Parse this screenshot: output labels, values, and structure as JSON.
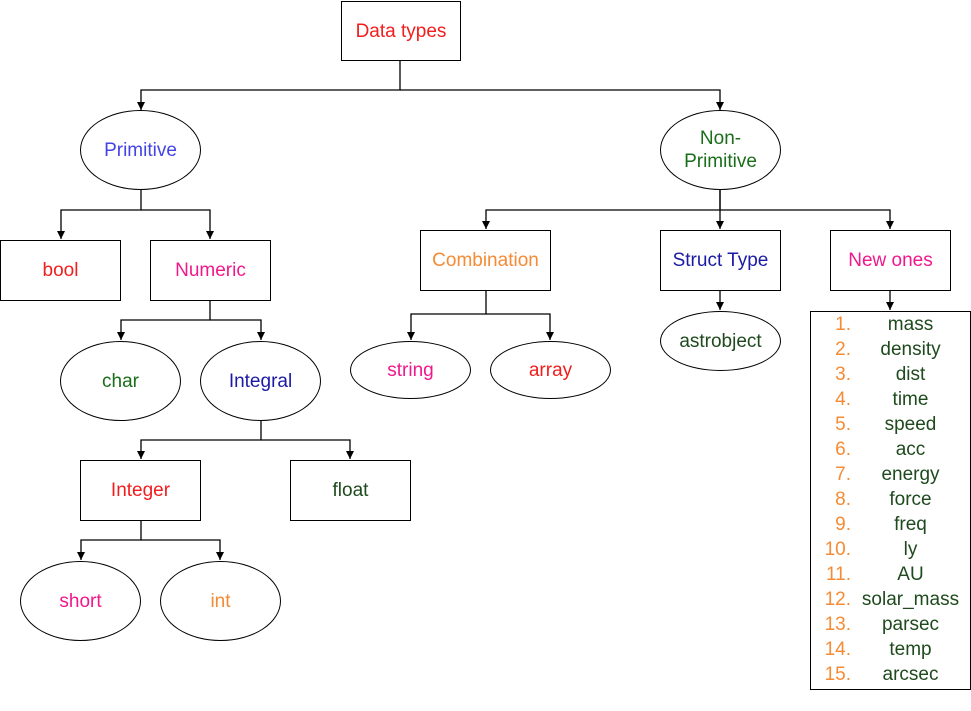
{
  "colors": {
    "red": "#f21d1d",
    "blue": "#4343e6",
    "green": "#1a6e1a",
    "magenta": "#f0198c",
    "orange": "#f58b34",
    "darkblue": "#1a1aa6",
    "darkgreen": "#1e4a1e"
  },
  "nodes": {
    "data_types": "Data types",
    "primitive": "Primitive",
    "non_primitive": "Non-\nPrimitive",
    "bool": "bool",
    "numeric": "Numeric",
    "char": "char",
    "integral": "Integral",
    "integer": "Integer",
    "float": "float",
    "short": "short",
    "int": "int",
    "combination": "Combination",
    "struct_type": "Struct Type",
    "new_ones": "New ones",
    "string": "string",
    "array": "array",
    "astrobject": "astrobject"
  },
  "new_ones_list": [
    {
      "num": "1.",
      "label": "mass"
    },
    {
      "num": "2.",
      "label": "density"
    },
    {
      "num": "3.",
      "label": "dist"
    },
    {
      "num": "4.",
      "label": "time"
    },
    {
      "num": "5.",
      "label": "speed"
    },
    {
      "num": "6.",
      "label": "acc"
    },
    {
      "num": "7.",
      "label": "energy"
    },
    {
      "num": "8.",
      "label": "force"
    },
    {
      "num": "9.",
      "label": "freq"
    },
    {
      "num": "10.",
      "label": "ly"
    },
    {
      "num": "11.",
      "label": "AU"
    },
    {
      "num": "12.",
      "label": "solar_mass"
    },
    {
      "num": "13.",
      "label": "parsec"
    },
    {
      "num": "14.",
      "label": "temp"
    },
    {
      "num": "15.",
      "label": "arcsec"
    }
  ]
}
